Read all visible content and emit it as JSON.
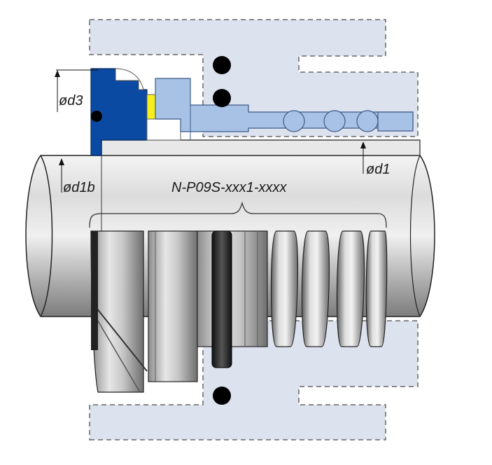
{
  "labels": {
    "d3": "ød3",
    "d1b": "ød1b",
    "d1": "ød1",
    "part_code": "N-P09S-xxx1-xxxx"
  },
  "colors": {
    "housing_fill": "#dde2ef",
    "housing_dash": "#666666",
    "seat_blue": "#0b4aa2",
    "seat_yellow": "#f6ef20",
    "ring_lightblue": "#a8c2e6",
    "oring_black": "#000000",
    "shaft_grey": "#c9c9c9"
  }
}
